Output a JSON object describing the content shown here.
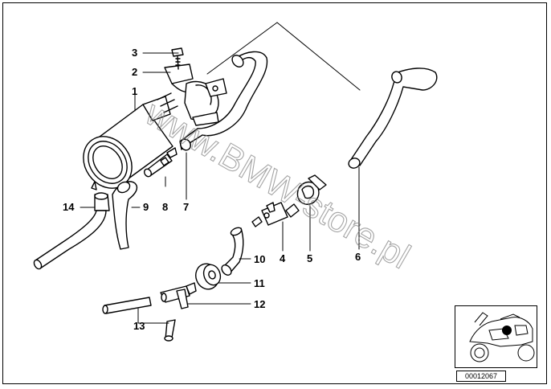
{
  "watermark": "www.BMW-store.pl",
  "callouts": {
    "c1": "1",
    "c2": "2",
    "c3": "3",
    "c4": "4",
    "c5": "5",
    "c6": "6",
    "c7": "7",
    "c8": "8",
    "c9": "9",
    "c10": "10",
    "c11": "11",
    "c12": "12",
    "c13": "13",
    "c14": "14"
  },
  "thumbnail": {
    "code": "00012067"
  },
  "colors": {
    "line": "#000000",
    "part_fill": "#ffffff",
    "marker": "#000000",
    "watermark": "#808080"
  }
}
